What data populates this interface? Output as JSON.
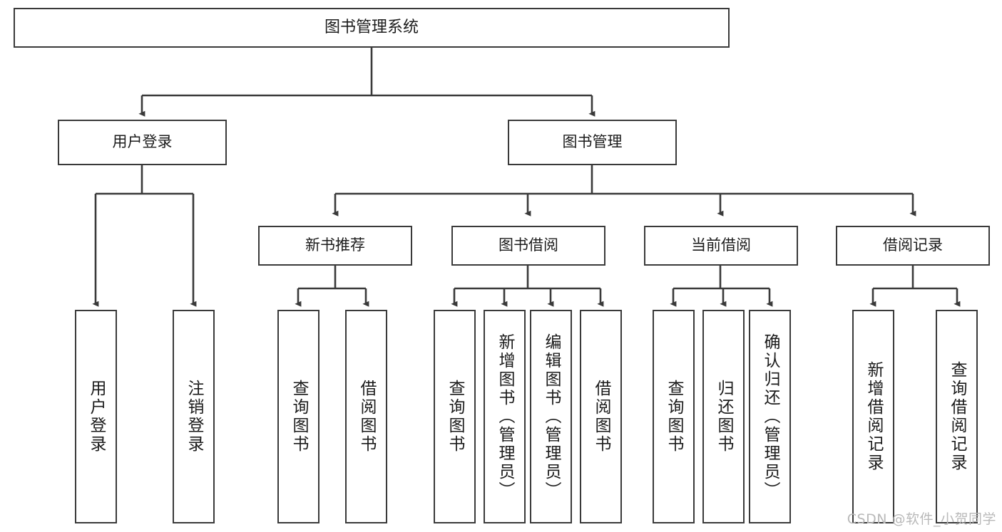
{
  "diagram": {
    "title": "图书管理系统",
    "type": "tree-hierarchy-chart",
    "stroke_color": "#3a3a3a",
    "fill_color": "#ffffff",
    "text_color": "#1b1b1b"
  },
  "watermark": {
    "text": "CSDN @软件_小贺同学",
    "color": "#b9b9b9"
  },
  "nodes": {
    "root": {
      "label": "图书管理系统"
    },
    "level1": [
      {
        "label": "用户登录"
      },
      {
        "label": "图书管理"
      }
    ],
    "level2": [
      {
        "label": "新书推荐"
      },
      {
        "label": "图书借阅"
      },
      {
        "label": "当前借阅"
      },
      {
        "label": "借阅记录"
      }
    ],
    "leaves": {
      "user_login": [
        {
          "label": "用户登录"
        },
        {
          "label": "注销登录"
        }
      ],
      "new_book": [
        {
          "label": "查询图书"
        },
        {
          "label": "借阅图书"
        }
      ],
      "book_borrow": [
        {
          "label": "查询图书"
        },
        {
          "label": "新增图书（管理员）"
        },
        {
          "label": "编辑图书（管理员）"
        },
        {
          "label": "借阅图书"
        }
      ],
      "current_borrow": [
        {
          "label": "查询图书"
        },
        {
          "label": "归还图书"
        },
        {
          "label": "确认归还（管理员）"
        }
      ],
      "borrow_record": [
        {
          "label": "新增借阅记录"
        },
        {
          "label": "查询借阅记录"
        }
      ]
    }
  }
}
